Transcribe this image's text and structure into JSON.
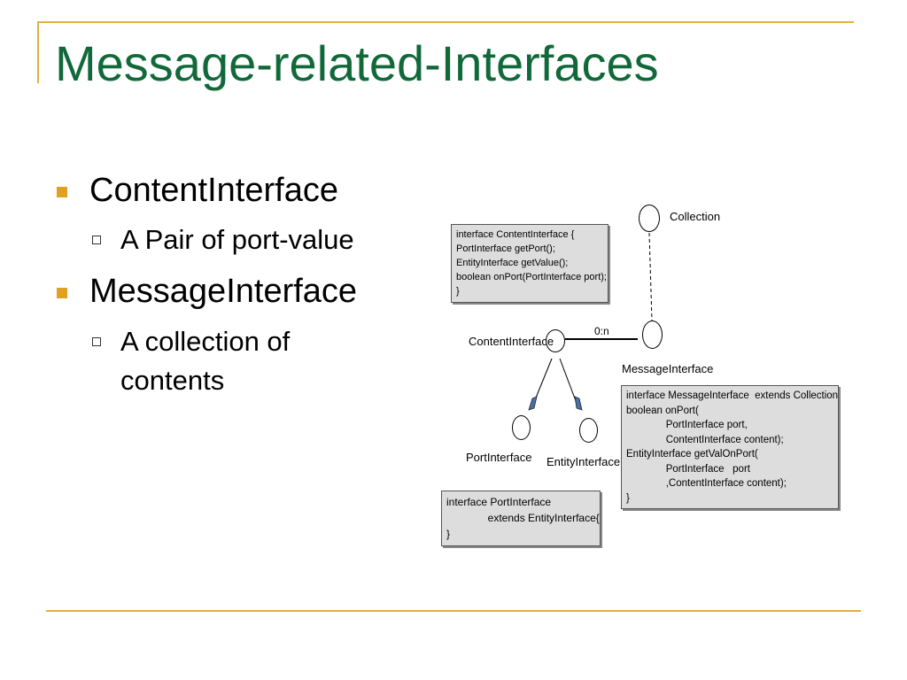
{
  "slide": {
    "title": "Message-related-Interfaces"
  },
  "bullets": [
    {
      "text": "ContentInterface",
      "sub": [
        "A Pair of port-value"
      ]
    },
    {
      "text": "MessageInterface",
      "sub": [
        "A collection of",
        "contents"
      ]
    }
  ],
  "diagram": {
    "nodes": {
      "collection": "Collection",
      "content_interface": "ContentInterface",
      "message_interface": "MessageInterface",
      "port_interface": "PortInterface",
      "entity_interface": "EntityInterface"
    },
    "multiplicity": "0:n",
    "code_boxes": {
      "content": [
        "interface ContentInterface {",
        "PortInterface getPort();",
        "EntityInterface getValue();",
        "boolean onPort(PortInterface port);",
        "}"
      ],
      "message": [
        "interface MessageInterface  extends Collection{",
        "boolean onPort(",
        "              PortInterface port,",
        "              ContentInterface content);",
        "EntityInterface getValOnPort(",
        "              PortInterface   port",
        "              ,ContentInterface content);",
        "}"
      ],
      "port": [
        "interface PortInterface",
        "              extends EntityInterface{",
        "}"
      ]
    },
    "colors": {
      "title": "#11693a",
      "accent": "#e0b040",
      "code_bg": "#dddddd",
      "arrowhead": "#4a6fa5"
    }
  }
}
